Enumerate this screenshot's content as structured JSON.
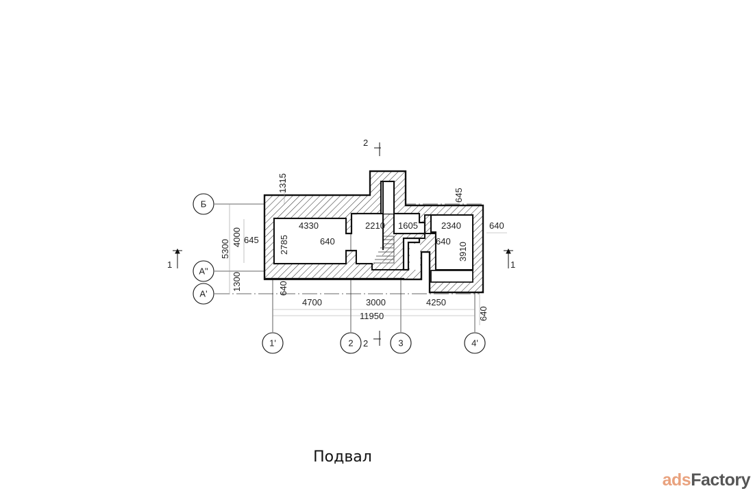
{
  "title": "Подвал",
  "axes": {
    "rows": [
      "Б",
      "А\"",
      "А'"
    ],
    "cols": [
      "1'",
      "2",
      "3",
      "4'"
    ]
  },
  "sections": {
    "s1": "1",
    "s2": "2"
  },
  "dims": {
    "top_1315": "1315",
    "top_645": "645",
    "left_5300": "5300",
    "left_4000": "4000",
    "left_645": "645",
    "left_1300": "1300",
    "room1_w": "4330",
    "room1_h": "2785",
    "inner_640a": "640",
    "room2_w": "2210",
    "room3_w": "1605",
    "room4_w": "2340",
    "right_640": "640",
    "inner_640b": "640",
    "room4_h": "3910",
    "bottom_640v": "640",
    "axis_4700": "4700",
    "axis_3000": "3000",
    "axis_4250": "4250",
    "total_11950": "11950",
    "right_640v": "640"
  },
  "watermark": {
    "part1": "ads",
    "part2": "Factory"
  },
  "colors": {
    "line": "#111111",
    "watermark_accent": "#e9a27e",
    "watermark_dark": "#555555"
  }
}
